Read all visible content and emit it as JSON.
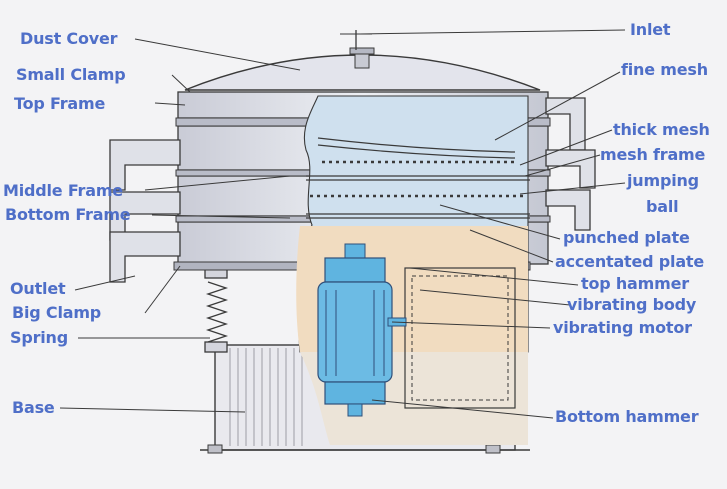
{
  "diagram": {
    "labels_left": {
      "dust_cover": "Dust Cover",
      "small_clamp": "Small Clamp",
      "top_frame": "Top Frame",
      "middle_frame": "Middle Frame",
      "bottom_frame": "Bottom Frame",
      "outlet": "Outlet",
      "big_clamp": "Big Clamp",
      "spring": "Spring",
      "base": "Base"
    },
    "labels_right": {
      "inlet": "Inlet",
      "fine_mesh": "fine mesh",
      "thick_mesh": "thick mesh",
      "mesh_frame": "mesh frame",
      "jumping": "jumping",
      "ball": "ball",
      "punched_plate": "punched plate",
      "accentated_plate": "accentated plate",
      "top_hammer": "top hammer",
      "vibrating_body": "vibrating body",
      "vibrating_motor": "vibrating motor",
      "bottom_hammer": "Bottom hammer"
    },
    "colors": {
      "label": "#4f6fc8",
      "line": "#3a3a3a",
      "cutaway_blue": "#cfe0ee",
      "cutaway_beige": "#f1dcc0",
      "motor": "#5fb4e0"
    }
  }
}
